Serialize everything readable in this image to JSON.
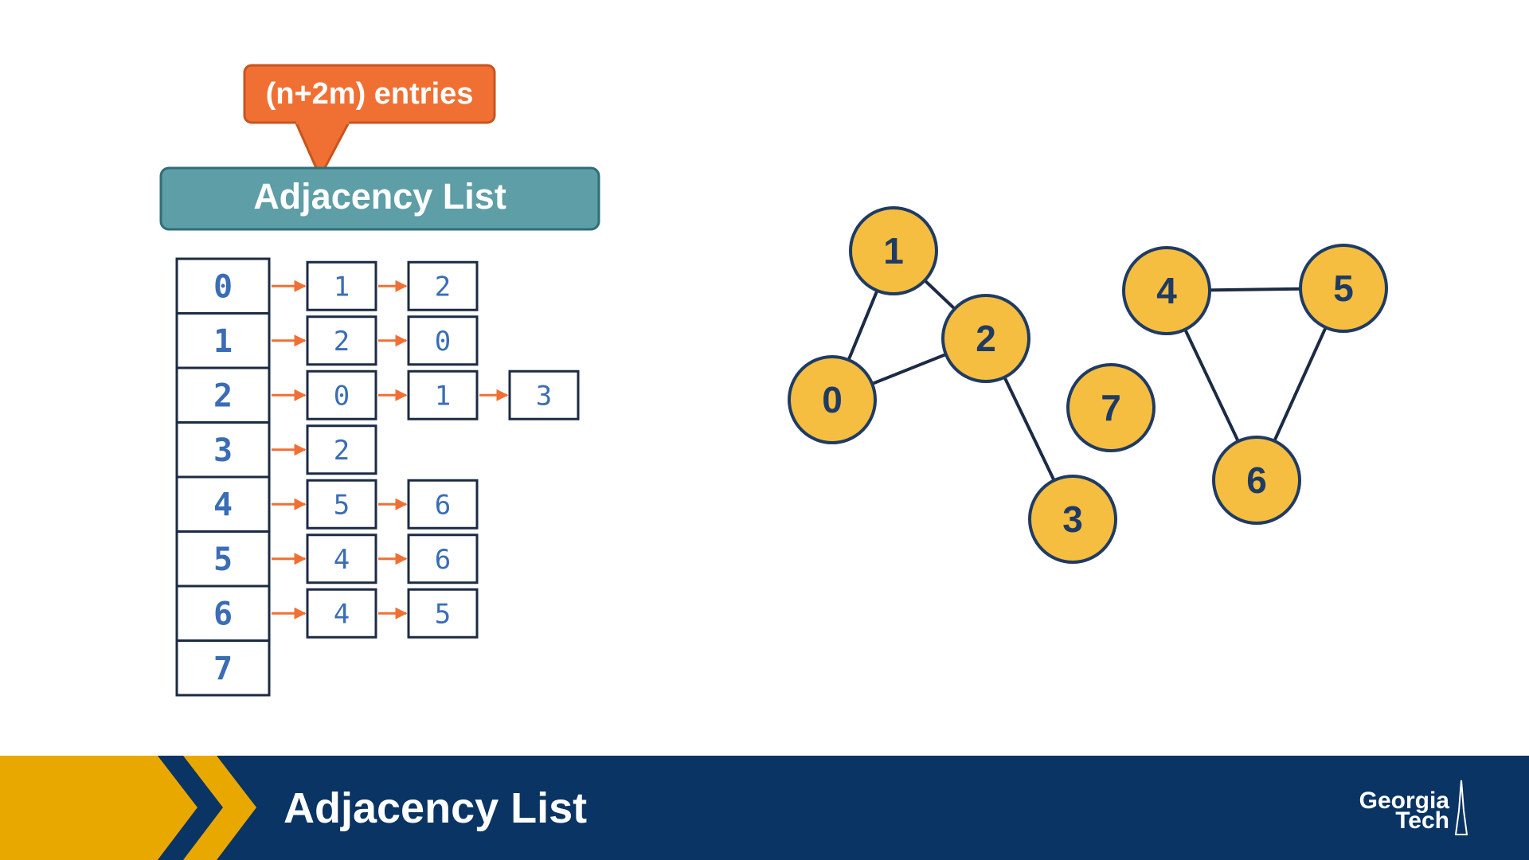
{
  "callout": {
    "text": "(n+2m) entries",
    "color": "#F07034"
  },
  "list_title": {
    "text": "Adjacency List",
    "color": "#5E9EA6"
  },
  "adjacency": [
    {
      "vertex": "0",
      "neighbors": [
        "1",
        "2"
      ]
    },
    {
      "vertex": "1",
      "neighbors": [
        "2",
        "0"
      ]
    },
    {
      "vertex": "2",
      "neighbors": [
        "0",
        "1",
        "3"
      ]
    },
    {
      "vertex": "3",
      "neighbors": [
        "2"
      ]
    },
    {
      "vertex": "4",
      "neighbors": [
        "5",
        "6"
      ]
    },
    {
      "vertex": "5",
      "neighbors": [
        "4",
        "6"
      ]
    },
    {
      "vertex": "6",
      "neighbors": [
        "4",
        "5"
      ]
    },
    {
      "vertex": "7",
      "neighbors": []
    }
  ],
  "graph": {
    "nodes": [
      {
        "id": "0"
      },
      {
        "id": "1"
      },
      {
        "id": "2"
      },
      {
        "id": "3"
      },
      {
        "id": "4"
      },
      {
        "id": "5"
      },
      {
        "id": "6"
      },
      {
        "id": "7"
      }
    ],
    "edges": [
      [
        "0",
        "1"
      ],
      [
        "1",
        "2"
      ],
      [
        "0",
        "2"
      ],
      [
        "2",
        "3"
      ],
      [
        "4",
        "5"
      ],
      [
        "4",
        "6"
      ],
      [
        "5",
        "6"
      ]
    ],
    "node_fill": "#F5BE40",
    "node_stroke": "#1F3B64"
  },
  "footer": {
    "title": "Adjacency List",
    "logo_line1": "Georgia",
    "logo_line2": "Tech",
    "bar_color": "#0A3463",
    "accent_color": "#E8A800"
  },
  "colors": {
    "arrow": "#F07034",
    "box_border": "#1C2B44",
    "index_text": "#3A6DB5"
  }
}
